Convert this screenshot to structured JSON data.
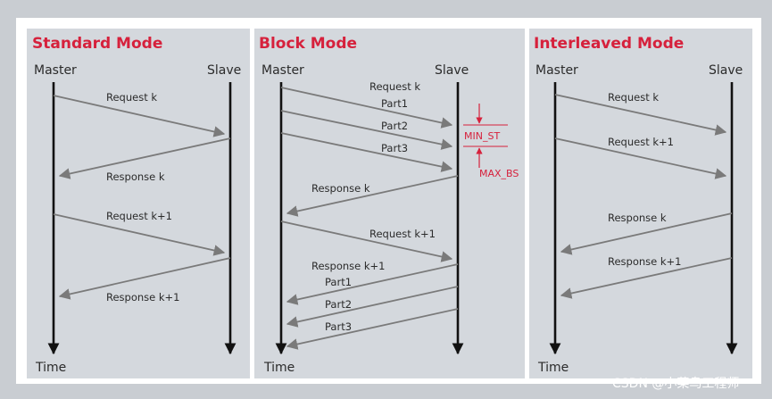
{
  "colors": {
    "panel_bg": "#d4d8dd",
    "title": "#d6213c",
    "arrow": "#7a7a7a",
    "lifeline": "#111111"
  },
  "panels": [
    {
      "title": "Standard Mode",
      "master": "Master",
      "slave": "Slave",
      "time": "Time",
      "messages": [
        "Request k",
        "Response k",
        "Request k+1",
        "Response k+1"
      ]
    },
    {
      "title": "Block Mode",
      "master": "Master",
      "slave": "Slave",
      "time": "Time",
      "messages": [
        "Request k",
        "Part1",
        "Part2",
        "Part3",
        "Response k",
        "Request k+1",
        "Response k+1",
        "Part1",
        "Part2",
        "Part3"
      ],
      "annotations": [
        "MIN_ST",
        "MAX_BS"
      ]
    },
    {
      "title": "Interleaved Mode",
      "master": "Master",
      "slave": "Slave",
      "time": "Time",
      "messages": [
        "Request k",
        "Request k+1",
        "Response k",
        "Response k+1"
      ]
    }
  ],
  "watermark": "CSDN @小菜鸟工程师"
}
